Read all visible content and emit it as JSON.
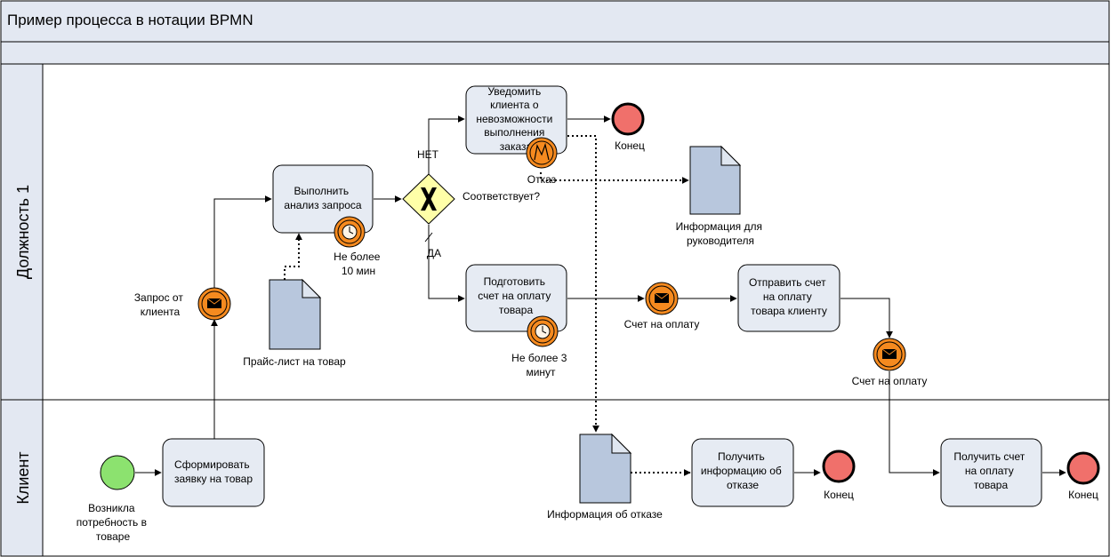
{
  "pool": {
    "title": "Пример процесса в нотации BPMN"
  },
  "lanes": {
    "lane1": "Должность 1",
    "lane2": "Клиент"
  },
  "tasks": {
    "analyze": [
      "Выполнить",
      "анализ запроса"
    ],
    "notify": [
      "Уведомить",
      "клиента о",
      "невозможности",
      "выполнения",
      "заказа"
    ],
    "prepare": [
      "Подготовить",
      "счет на оплату",
      "товара"
    ],
    "send": [
      "Отправить счет",
      "на оплату",
      "товара клиенту"
    ],
    "form": [
      "Сформировать",
      "заявку на товар"
    ],
    "receive_info": [
      "Получить",
      "информацию об",
      "отказе"
    ],
    "receive_invoice": [
      "Получить счет",
      "на оплату",
      "товара"
    ]
  },
  "labels": {
    "request": [
      "Запрос от",
      "клиента"
    ],
    "timer1": [
      "Не более",
      "10 мин"
    ],
    "timer2": [
      "Не более 3",
      "минут"
    ],
    "price_list": "Прайс-лист на товар",
    "gateway_question": "Соответствует?",
    "no": "НЕТ",
    "yes": "ДА",
    "end1": "Конец",
    "refusal": "Отказ",
    "info_manager": [
      "Информация для",
      "руководителя"
    ],
    "invoice_event": "Счет на оплату",
    "invoice_event2": "Счет на оплату",
    "start": [
      "Возникла",
      "потребность в",
      "товаре"
    ],
    "info_refusal": "Информация об отказе",
    "end2": "Конец",
    "end3": "Конец"
  },
  "colors": {
    "task_fill": "#e6ebf3",
    "document_fill": "#b8c7dd",
    "intermediate_event": "#f58a1f",
    "end_event": "#f0706b",
    "start_event": "#8ce26f",
    "gateway": "#ffffa8",
    "title_bar": "#e3e8f2"
  },
  "icons": {
    "message": "envelope-icon",
    "timer": "clock-icon",
    "error": "lightning-icon",
    "gateway": "x-icon"
  }
}
